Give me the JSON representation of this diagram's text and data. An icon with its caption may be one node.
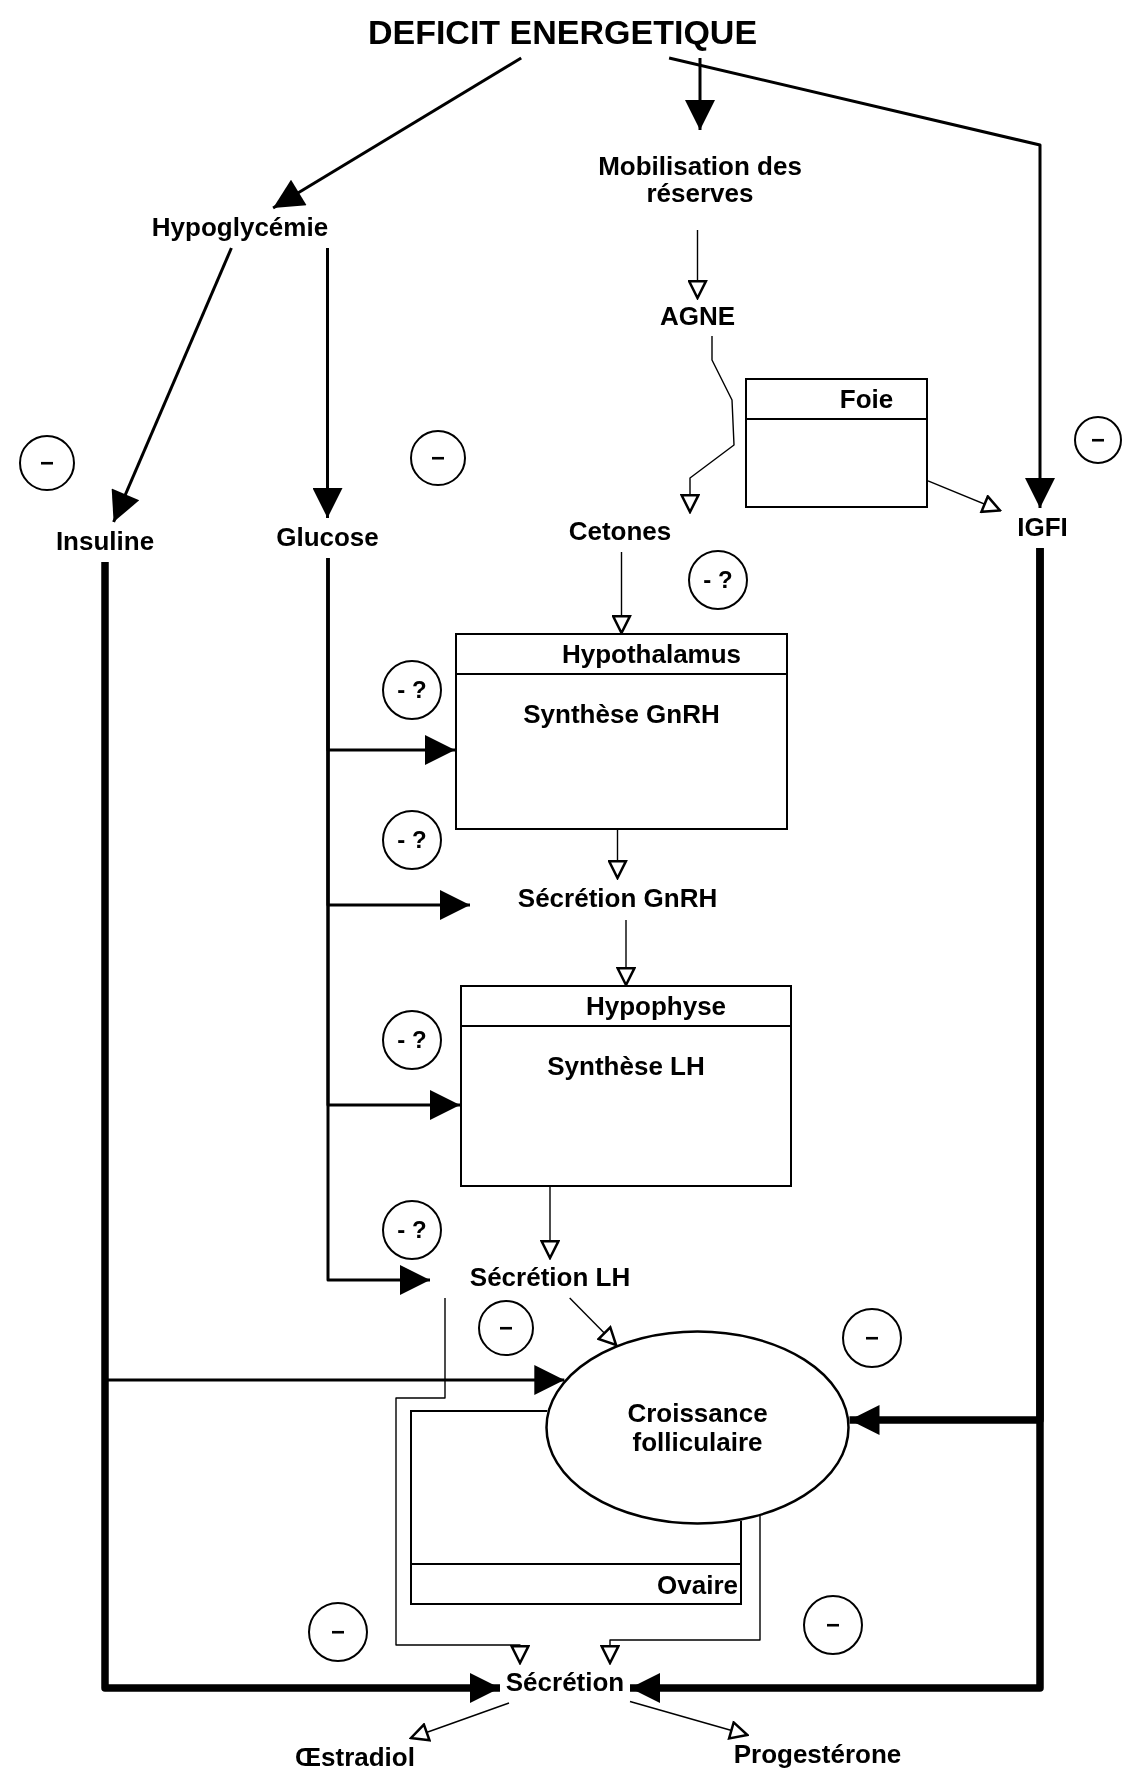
{
  "diagram": {
    "nodes": [
      {
        "text": [
          "DEFICIT ENERGETIQUE"
        ]
      },
      {
        "text": [
          "Hypoglycémie"
        ]
      },
      {
        "text": [
          "Mobilisation des réserves"
        ]
      },
      {
        "text": [
          "AGNE"
        ]
      },
      {
        "text": [
          "Foie"
        ]
      },
      {
        "text": [
          "Cetones"
        ]
      },
      {
        "text": [
          "IGFI"
        ]
      },
      {
        "text": [
          "Insuline"
        ]
      },
      {
        "text": [
          "Glucose"
        ]
      },
      {
        "text": [
          "Hypothalamus",
          "Synthèse GnRH"
        ]
      },
      {
        "text": [
          "Sécrétion GnRH"
        ]
      },
      {
        "text": [
          "Hypophyse",
          "Synthèse LH"
        ]
      },
      {
        "text": [
          "Sécrétion LH"
        ]
      },
      {
        "text": [
          "Ovaire"
        ]
      },
      {
        "text": [
          "Croissance folliculaire"
        ]
      },
      {
        "text": [
          "Sécrétion"
        ]
      },
      {
        "text": [
          "Œstradiol"
        ]
      },
      {
        "text": [
          "Progestérone"
        ]
      },
      {
        "text": [
          "−"
        ]
      },
      {
        "text": [
          "−"
        ]
      },
      {
        "text": [
          "−"
        ]
      },
      {
        "text": [
          "- ?"
        ]
      },
      {
        "text": [
          "- ?"
        ]
      },
      {
        "text": [
          "- ?"
        ]
      },
      {
        "text": [
          "- ?"
        ]
      },
      {
        "text": [
          "- ?"
        ]
      },
      {
        "text": [
          "−"
        ]
      },
      {
        "text": [
          "−"
        ]
      },
      {
        "text": [
          "−"
        ]
      },
      {
        "text": [
          "−"
        ]
      }
    ],
    "edges": [
      {
        "from": 0,
        "to": 1,
        "arrow": "to"
      },
      {
        "from": 0,
        "to": 2,
        "arrow": "to"
      },
      {
        "from": 0,
        "to": 6,
        "arrow": "to"
      },
      {
        "from": 1,
        "to": 7,
        "arrow": "to"
      },
      {
        "from": 1,
        "to": 8,
        "arrow": "to"
      },
      {
        "from": 2,
        "to": 3,
        "arrow": "to"
      },
      {
        "from": 3,
        "to": 5,
        "arrow": "to"
      },
      {
        "from": 4,
        "to": 6,
        "arrow": "to"
      },
      {
        "from": 5,
        "to": 9,
        "arrow": "to"
      },
      {
        "from": 8,
        "to": 9,
        "arrow": "to"
      },
      {
        "from": 8,
        "to": 10,
        "arrow": "to"
      },
      {
        "from": 8,
        "to": 11,
        "arrow": "to"
      },
      {
        "from": 8,
        "to": 12,
        "arrow": "to"
      },
      {
        "from": 9,
        "to": 10,
        "arrow": "to"
      },
      {
        "from": 10,
        "to": 11,
        "arrow": "to"
      },
      {
        "from": 11,
        "to": 12,
        "arrow": "to"
      },
      {
        "from": 12,
        "to": 14,
        "arrow": "to"
      },
      {
        "from": 12,
        "to": 15,
        "arrow": "to"
      },
      {
        "from": 7,
        "to": 14,
        "arrow": "to"
      },
      {
        "from": 7,
        "to": 15,
        "arrow": "to",
        "style": "thick"
      },
      {
        "from": 6,
        "to": 14,
        "arrow": "to",
        "style": "thick"
      },
      {
        "from": 6,
        "to": 15,
        "arrow": "to",
        "style": "thick"
      },
      {
        "from": 14,
        "to": 15,
        "arrow": "to"
      },
      {
        "from": 15,
        "to": 16,
        "arrow": "to"
      },
      {
        "from": 15,
        "to": 17,
        "arrow": "to"
      }
    ]
  }
}
